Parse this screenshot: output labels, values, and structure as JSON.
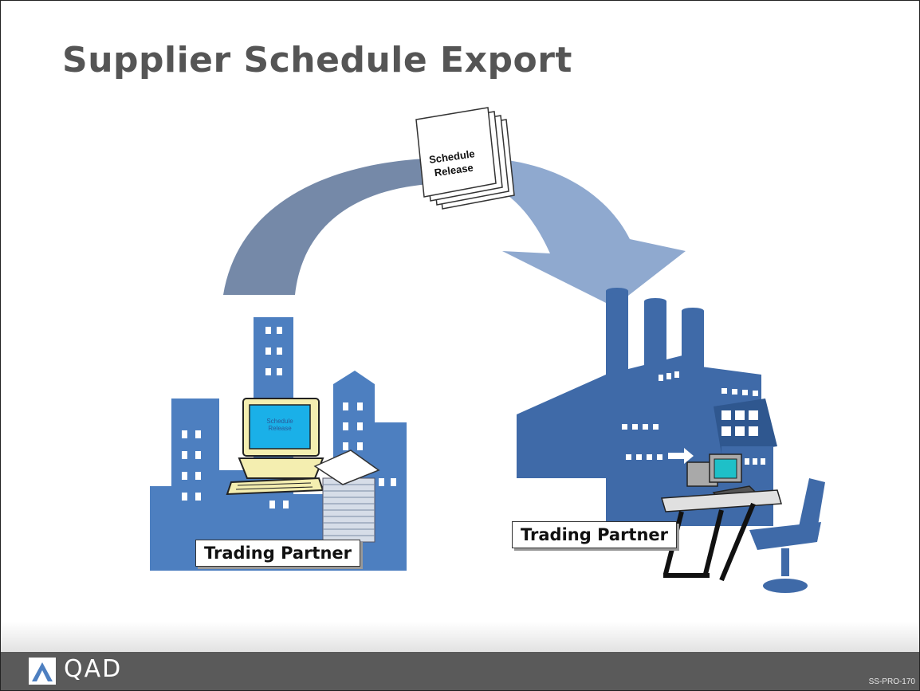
{
  "title": "Supplier Schedule Export",
  "document": {
    "line1": "Schedule",
    "line2": "Release"
  },
  "computer_screen": {
    "line1": "Schedule",
    "line2": "Release"
  },
  "left_partner": {
    "label": "Trading Partner"
  },
  "right_partner": {
    "label": "Trading Partner"
  },
  "footer": {
    "logo": "QAD",
    "code": "SS-PRO-170"
  },
  "colors": {
    "arrow_dark": "#7589a8",
    "arrow_light": "#8fa9cf",
    "building": "#4d7fc0",
    "factory": "#3f6aa8",
    "footer": "#5a5a5a"
  }
}
